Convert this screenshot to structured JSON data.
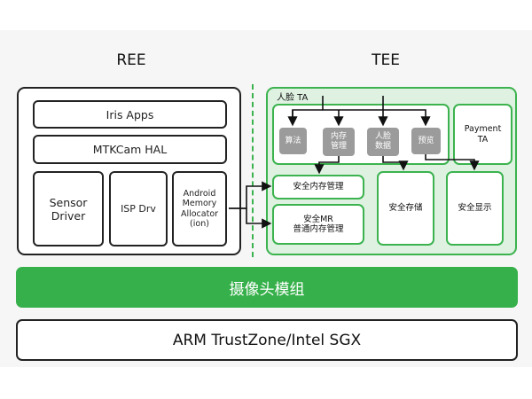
{
  "ree": {
    "title": "REE",
    "iris_apps": "Iris Apps",
    "mtkcam_hal": "MTKCam HAL",
    "sensor_driver": [
      "Sensor",
      "Driver"
    ],
    "isp_drv": "ISP Drv",
    "android_mem": [
      "Android",
      "Memory",
      "Allocator",
      "(ion)"
    ]
  },
  "tee": {
    "title": "TEE",
    "face_ta": "人脸 TA",
    "algo": "算法",
    "mem_mgmt": [
      "内存",
      "管理"
    ],
    "face_data": [
      "人脸",
      "数据"
    ],
    "preview": "预览",
    "payment_ta": [
      "Payment",
      "TA"
    ],
    "secure_mem_mgmt": "安全内存管理",
    "secure_mr": [
      "安全MR",
      "普通内存管理"
    ],
    "secure_storage": "安全存储",
    "secure_display": "安全显示"
  },
  "camera_module": "摄像头模组",
  "platform": "ARM TrustZone/Intel SGX",
  "colors": {
    "green": "#36b04a",
    "green_border": "#3cb34f",
    "tee_bg": "#dff2e2",
    "grey_block": "#9b9b9b"
  }
}
